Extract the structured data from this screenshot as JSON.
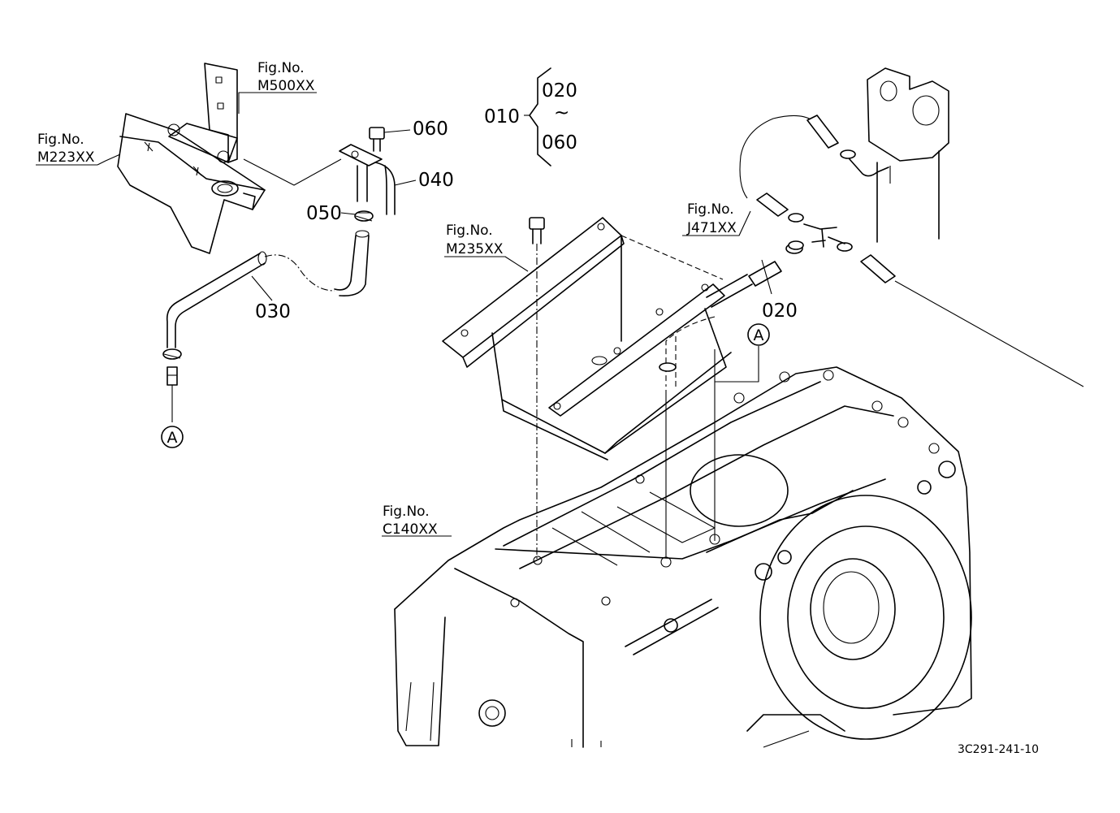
{
  "figure_refs": [
    {
      "prefix": "Fig.No.",
      "code": "M500XX"
    },
    {
      "prefix": "Fig.No.",
      "code": "M223XX"
    },
    {
      "prefix": "Fig.No.",
      "code": "M235XX"
    },
    {
      "prefix": "Fig.No.",
      "code": "J471XX"
    },
    {
      "prefix": "Fig.No.",
      "code": "C140XX"
    }
  ],
  "part_labels": {
    "p010": "010",
    "p020_range": "020",
    "tilde": "~",
    "p060_range": "060",
    "p060": "060",
    "p040": "040",
    "p050": "050",
    "p030": "030",
    "p020": "020"
  },
  "connection_markers": [
    "A",
    "A"
  ],
  "drawing_code": "3C291-241-10"
}
